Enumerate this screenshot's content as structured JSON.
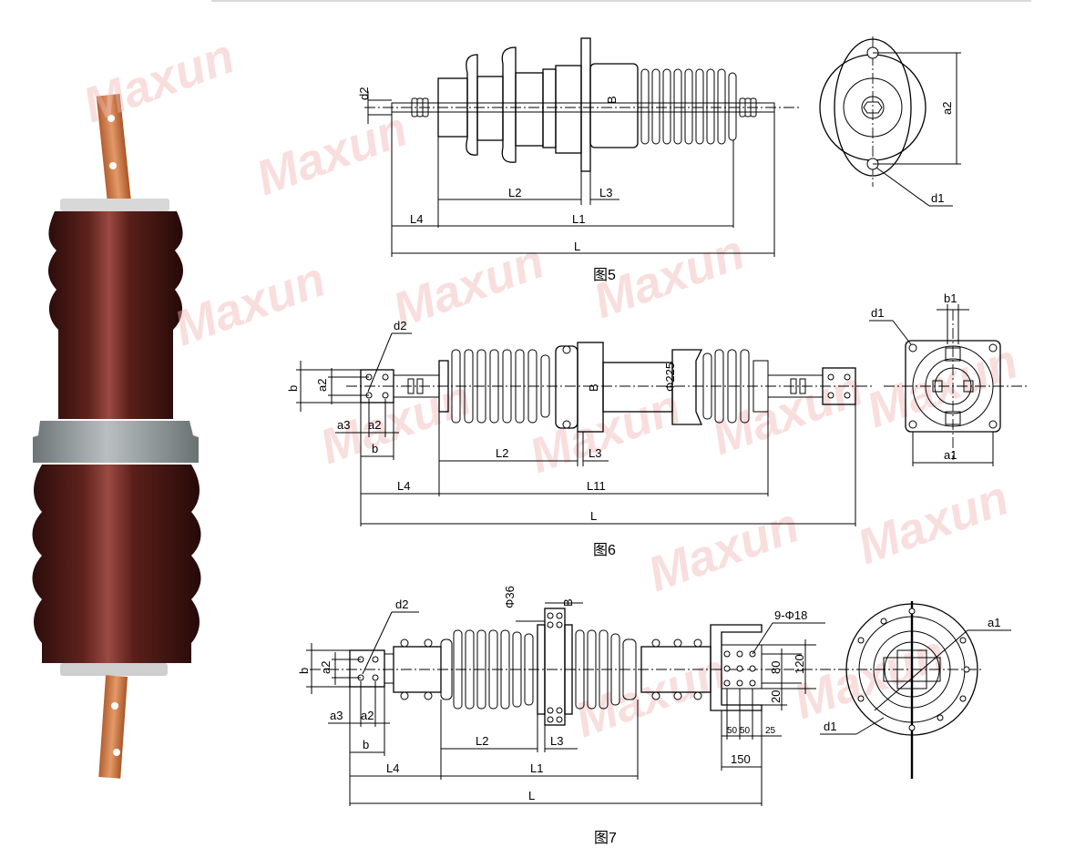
{
  "watermark": "Maxun",
  "figures": [
    {
      "caption": "图5",
      "labels": {
        "d2": "d2",
        "B": "B",
        "a2": "a2",
        "d1": "d1",
        "L2": "L2",
        "L3": "L3",
        "L4": "L4",
        "L1": "L1",
        "L": "L"
      }
    },
    {
      "caption": "图6",
      "labels": {
        "d2": "d2",
        "b": "b",
        "a2": "a2",
        "a3": "a3",
        "a2_bottom": "a2",
        "b_bottom": "b",
        "B": "B",
        "phi": "Φ225",
        "L2": "L2",
        "L3": "L3",
        "L4": "L4",
        "L11": "L11",
        "L": "L",
        "d1": "d1",
        "b1": "b1",
        "a1": "a1"
      }
    },
    {
      "caption": "图7",
      "labels": {
        "d2": "d2",
        "b": "b",
        "a2": "a2",
        "a3": "a3",
        "a2_bottom": "a2",
        "b_bottom": "b",
        "phi": "Φ36",
        "B": "B",
        "L2": "L2",
        "L3": "L3",
        "L4": "L4",
        "L1": "L1",
        "L": "L",
        "holes": "9-Φ18",
        "d80": "80",
        "d120": "120",
        "d20": "20",
        "d50a": "50",
        "d50b": "50",
        "d25": "25",
        "d150": "150",
        "a1": "a1",
        "d1": "d1"
      }
    }
  ],
  "colors": {
    "porcelain": "#4a1a17",
    "porcelain_highlight": "#8a3c36",
    "flange": "#8f9699",
    "copper": "#d07a45",
    "watermark": "#f2b8b8"
  }
}
